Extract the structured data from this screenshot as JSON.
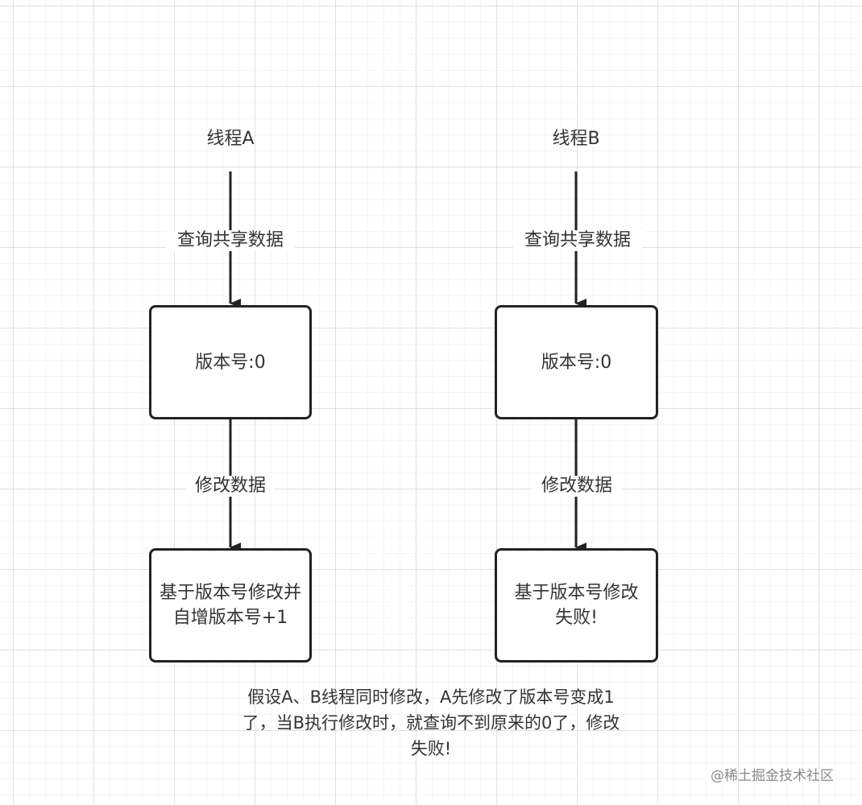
{
  "threads": [
    {
      "title": "线程A",
      "step1_label": "查询共享数据",
      "box1": "版本号:0",
      "step2_label": "修改数据",
      "box2": "基于版本号修改并自增版本号+1"
    },
    {
      "title": "线程B",
      "step1_label": "查询共享数据",
      "box1": "版本号:0",
      "step2_label": "修改数据",
      "box2": "基于版本号修改失败!"
    }
  ],
  "note": "假设A、B线程同时修改，A先修改了版本号变成1了，当B执行修改时，就查询不到原来的0了，修改失败!",
  "watermark": "@稀土掘金技术社区",
  "colors": {
    "stroke": "#222222",
    "text": "#333333",
    "grid": "#e6e6e6"
  }
}
